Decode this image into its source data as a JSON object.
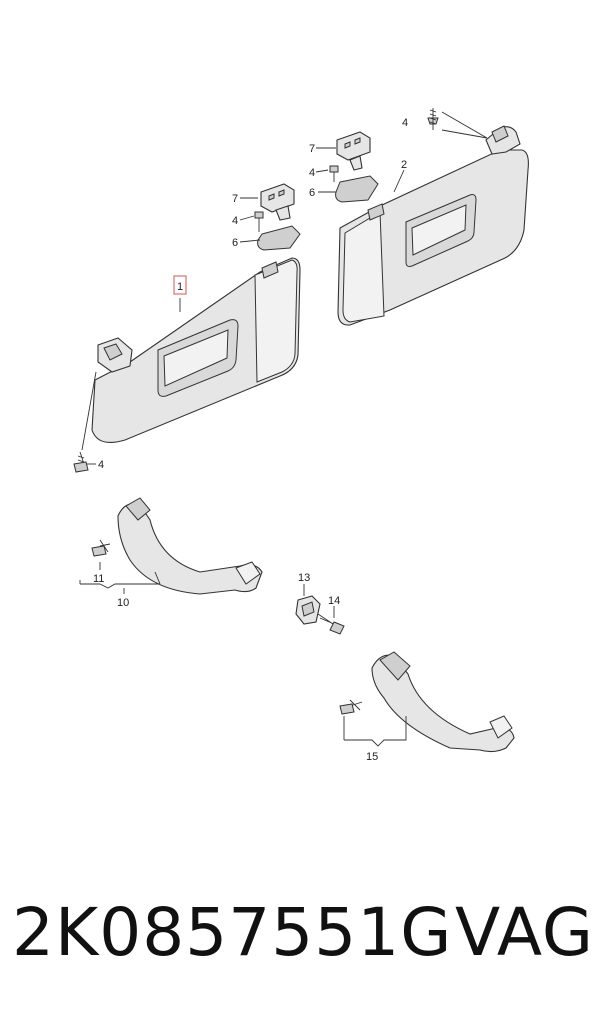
{
  "callouts": {
    "c1": "1",
    "c2": "2",
    "c4_top_right": "4",
    "c7_upper": "7",
    "c4_upper": "4",
    "c6_upper": "6",
    "c7_lower": "7",
    "c4_lower": "4",
    "c6_lower": "6",
    "c4_bottom_left": "4",
    "c11": "11",
    "c10": "10",
    "c13": "13",
    "c14": "14",
    "c15": "15"
  },
  "footer": {
    "part_number": "2K0857551G",
    "brand": "VAG"
  },
  "colors": {
    "highlight_box": "#d9534f"
  }
}
